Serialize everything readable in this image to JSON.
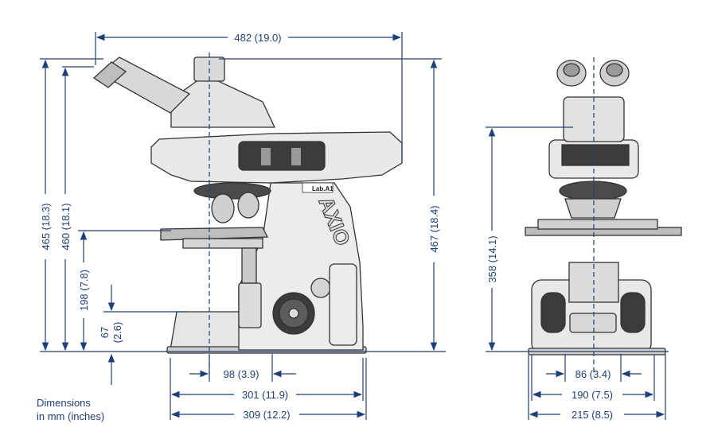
{
  "colors": {
    "dimension": "#1f3f7a",
    "body_outline": "#333333",
    "body_fill": "#e6e6e6",
    "body_dark": "#4a4a4a",
    "background": "#ffffff"
  },
  "side_view": {
    "brand_label": "AXIO",
    "model_label": "Lab.A1",
    "dimensions": {
      "top_width": "482 (19.0)",
      "height_total": "465 (18.3)",
      "height_eyepiece": "460 (18.1)",
      "height_right": "467 (18.4)",
      "stage_height": "198 (7.8)",
      "base_height_mm": "67",
      "base_height_in": "(2.6)",
      "focus_offset": "98 (3.9)",
      "base_depth": "301 (11.9)",
      "total_depth": "309 (12.2)"
    }
  },
  "front_view": {
    "dimensions": {
      "height": "358 (14.1)",
      "inner_width": "86 (3.4)",
      "base_width": "190 (7.5)",
      "total_width": "215 (8.5)"
    }
  },
  "caption": {
    "line1": "Dimensions",
    "line2": "in mm (inches)"
  }
}
